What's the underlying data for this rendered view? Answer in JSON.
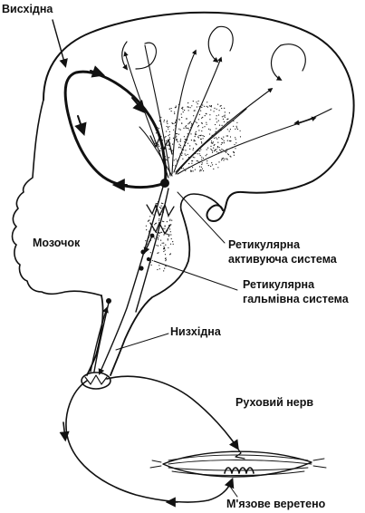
{
  "labels": {
    "ascending": "Висхідна",
    "cerebellum": "Мозочок",
    "reticular_activating_line1": "Ретикулярна",
    "reticular_activating_line2": "активуюча система",
    "reticular_inhibitory_line1": "Ретикулярна",
    "reticular_inhibitory_line2": "гальмівна система",
    "descending": "Низхідна",
    "motor_nerve": "Руховий нерв",
    "muscle_spindle": "М'язове веретено"
  },
  "colors": {
    "ink": "#111111",
    "background": "#ffffff"
  }
}
